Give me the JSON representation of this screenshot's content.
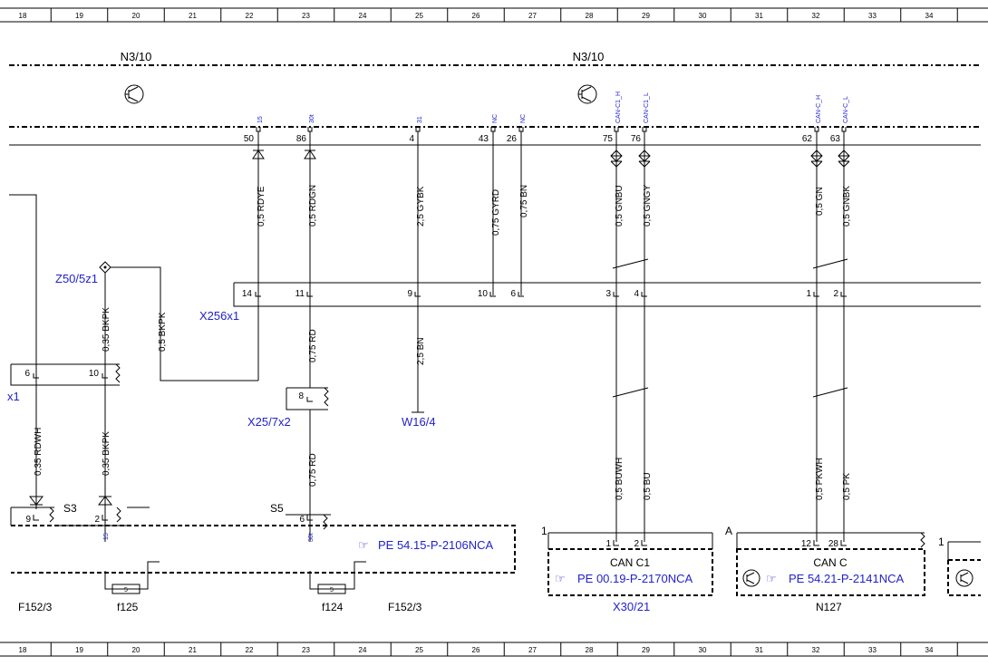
{
  "grid_numbers": [
    "18",
    "19",
    "20",
    "21",
    "22",
    "23",
    "24",
    "25",
    "26",
    "27",
    "28",
    "29",
    "30",
    "31",
    "32",
    "33",
    "34"
  ],
  "module_names": {
    "left": "N3/10",
    "right": "N3/10"
  },
  "pins": {
    "p50": {
      "num": "50",
      "signal": "15"
    },
    "p86": {
      "num": "86",
      "signal": "30t"
    },
    "p4": {
      "num": "4",
      "signal": "31"
    },
    "p43": {
      "num": "43",
      "signal": "NC"
    },
    "p26": {
      "num": "26",
      "signal": "NC"
    },
    "p75": {
      "num": "75",
      "signal": "CAN-C1_H"
    },
    "p76": {
      "num": "76",
      "signal": "CAN-C1_L"
    },
    "p62": {
      "num": "62",
      "signal": "CAN-C_H"
    },
    "p63": {
      "num": "63",
      "signal": "CAN-C_L"
    }
  },
  "wires": {
    "w50": "0,5 RDYE",
    "w86": "0,5 RDGN",
    "w4": "2,5 GYBK",
    "w43": "0,75 GYRD",
    "w26": "0,75 BN",
    "w75": "0,5 GNBU",
    "w76": "0,5 GNGY",
    "w62": "0,5 GN",
    "w63": "0,5 GNBK",
    "bkpk1": "0,35 BKPK",
    "bkpk2": "0,5 BKPK",
    "rd1": "0,75 RD",
    "bn25": "2,5 BN",
    "rdwh": "0,35 RDWH",
    "bkpk3": "0,35 BKPK",
    "rd2": "0,75 RD",
    "buwh": "0,5 BUWH",
    "bu": "0,5 BU",
    "pkwh": "0,5 PKWH",
    "pk": "0,5 PK"
  },
  "connector_pins": {
    "c14": "14",
    "c11": "11",
    "c9": "9",
    "c10": "10",
    "c6": "6",
    "c3": "3",
    "c4": "4",
    "c1": "1",
    "c2": "2",
    "l6": "6",
    "l10": "10",
    "x8": "8",
    "s9": "9",
    "s2": "2",
    "s6": "6",
    "can1_1": "1",
    "can1_2": "2",
    "canc_12": "12",
    "canc_28": "28"
  },
  "labels": {
    "z50": "Z50/5z1",
    "x256": "X256x1",
    "x1": "x1",
    "x25": "X25/7x2",
    "w16": "W16/4",
    "s3": "S3",
    "s5": "S5",
    "sig15": "15",
    "sig30t": "30t",
    "pe_fuse": "PE 54.15-P-2106NCA",
    "f152_left": "F152/3",
    "f125": "f125",
    "f124": "f124",
    "f152_right": "F152/3",
    "fuse5a": "5",
    "fuse5b": "5",
    "can_c1": "CAN C1",
    "pe_can_c1": "PE 00.19-P-2170NCA",
    "x30_21": "X30/21",
    "mark_1a": "1",
    "mark_a": "A",
    "mark_1b": "1",
    "can_c": "CAN C",
    "pe_can_c": "PE 54.21-P-2141NCA",
    "n127": "N127"
  }
}
